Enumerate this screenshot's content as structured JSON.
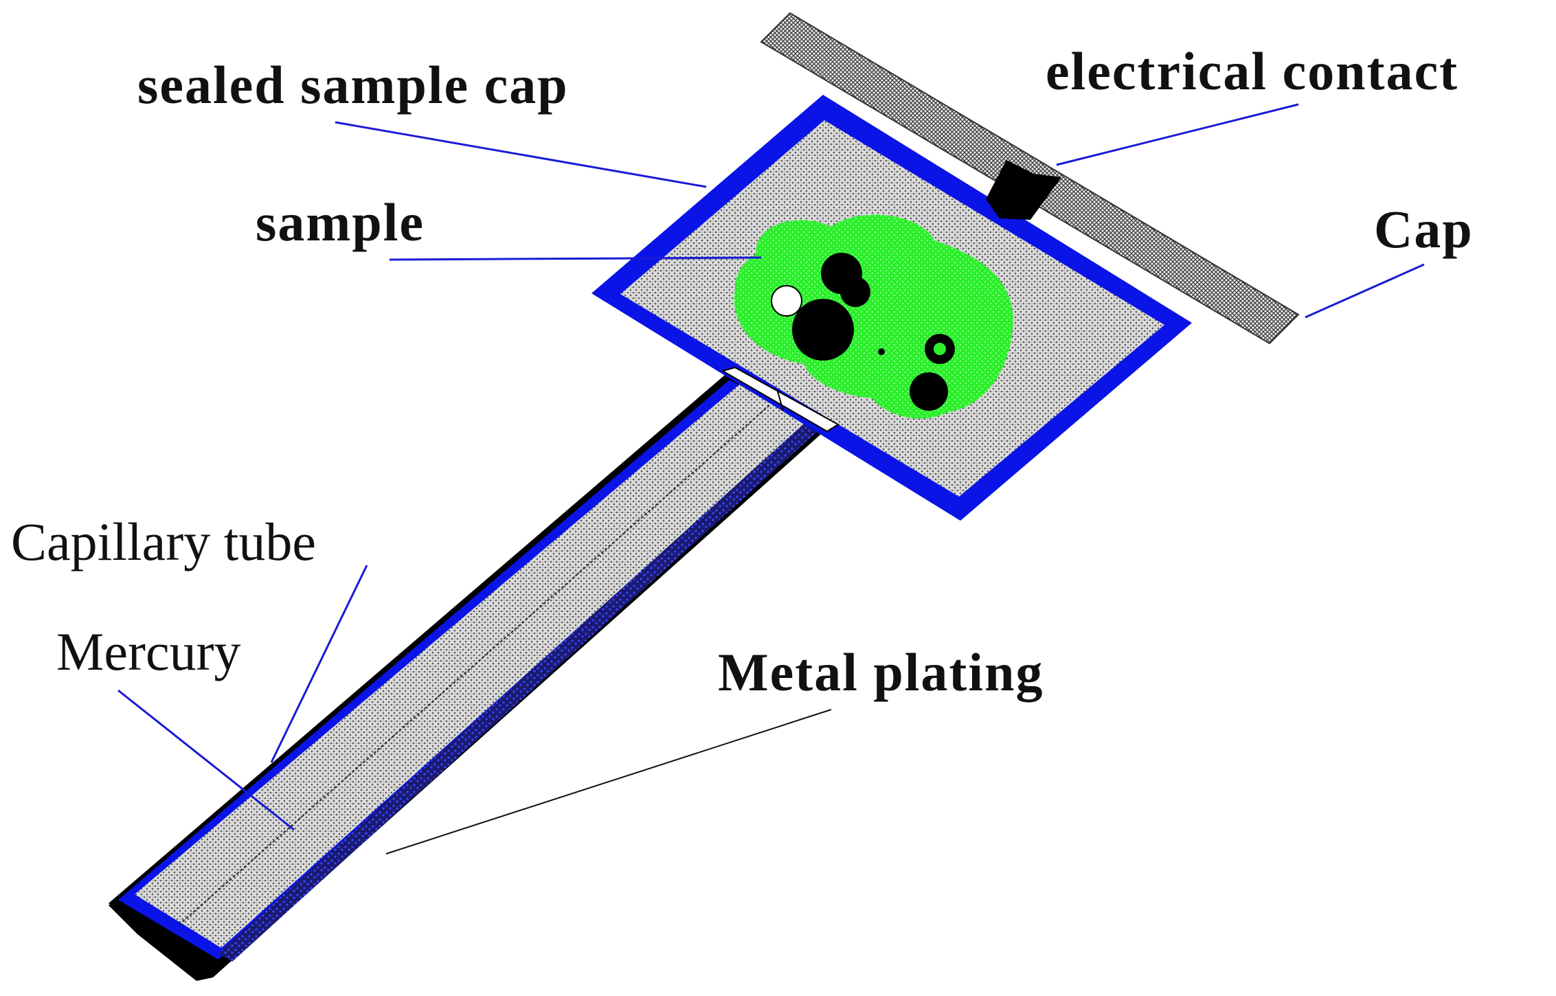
{
  "labels": {
    "sealed_sample_cap": "sealed sample cap",
    "electrical_contact": "electrical contact",
    "sample": "sample",
    "cap": "Cap",
    "capillary_tube": "Capillary tube",
    "mercury": "Mercury",
    "metal_plating": "Metal plating"
  },
  "colors": {
    "frame_blue": "#0a14e6",
    "leader_blue": "#1a1ad6",
    "sample_green": "#2bef2b",
    "plating_black": "#000000",
    "speckle_fill": "#d6d6d6",
    "cap_hatch": "#555555"
  }
}
